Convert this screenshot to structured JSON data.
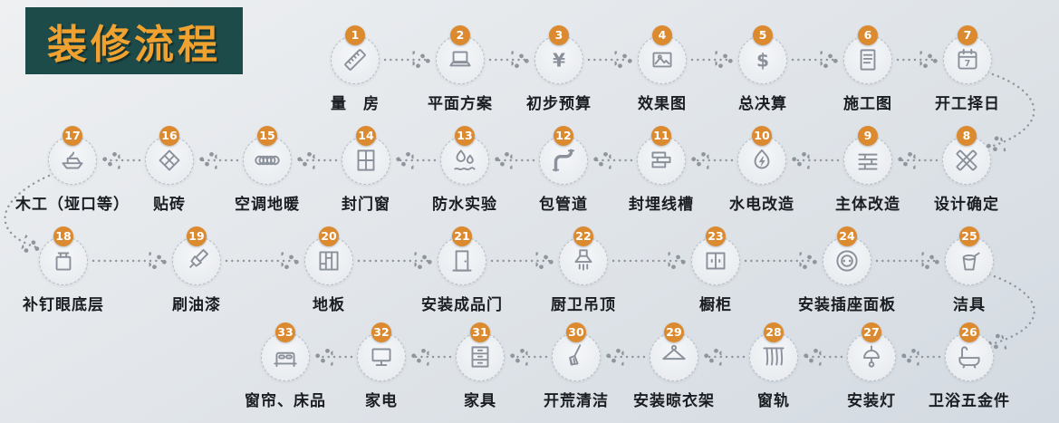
{
  "title": "装修流程",
  "colors": {
    "badge": "#dc8a30",
    "title_bg": "#1d4b49",
    "title_text": "#f0a231",
    "arrow": "#8f959d",
    "icon": "#8b919b",
    "label": "#1a1d21",
    "background": "#e2e6ea"
  },
  "steps": [
    {
      "num": "1",
      "label": "量　房",
      "icon": "ruler-icon"
    },
    {
      "num": "2",
      "label": "平面方案",
      "icon": "laptop-icon"
    },
    {
      "num": "3",
      "label": "初步预算",
      "icon": "yen-icon"
    },
    {
      "num": "4",
      "label": "效果图",
      "icon": "image-icon"
    },
    {
      "num": "5",
      "label": "总决算",
      "icon": "dollar-icon"
    },
    {
      "num": "6",
      "label": "施工图",
      "icon": "blueprint-icon"
    },
    {
      "num": "7",
      "label": "开工择日",
      "icon": "calendar-icon"
    },
    {
      "num": "8",
      "label": "设计确定",
      "icon": "design-tools-icon"
    },
    {
      "num": "9",
      "label": "主体改造",
      "icon": "wall-icon"
    },
    {
      "num": "10",
      "label": "水电改造",
      "icon": "water-electric-icon"
    },
    {
      "num": "11",
      "label": "封埋线槽",
      "icon": "wire-slot-icon"
    },
    {
      "num": "12",
      "label": "包管道",
      "icon": "pipe-icon"
    },
    {
      "num": "13",
      "label": "防水实验",
      "icon": "waterproof-icon"
    },
    {
      "num": "14",
      "label": "封门窗",
      "icon": "door-window-icon"
    },
    {
      "num": "15",
      "label": "空调地暖",
      "icon": "heating-coil-icon"
    },
    {
      "num": "16",
      "label": "贴砖",
      "icon": "tile-icon"
    },
    {
      "num": "17",
      "label": "木工（垭口等）",
      "icon": "wood-plane-icon"
    },
    {
      "num": "18",
      "label": "补钉眼底层",
      "icon": "putty-jug-icon"
    },
    {
      "num": "19",
      "label": "刷油漆",
      "icon": "paint-brush-icon"
    },
    {
      "num": "20",
      "label": "地板",
      "icon": "floor-icon"
    },
    {
      "num": "21",
      "label": "安装成品门",
      "icon": "door-icon"
    },
    {
      "num": "22",
      "label": "厨卫吊顶",
      "icon": "range-hood-icon"
    },
    {
      "num": "23",
      "label": "橱柜",
      "icon": "cabinet-icon"
    },
    {
      "num": "24",
      "label": "安装插座面板",
      "icon": "socket-icon"
    },
    {
      "num": "25",
      "label": "洁具",
      "icon": "sanitary-icon"
    },
    {
      "num": "26",
      "label": "卫浴五金件",
      "icon": "bathtub-icon"
    },
    {
      "num": "27",
      "label": "安装灯",
      "icon": "lamp-icon"
    },
    {
      "num": "28",
      "label": "窗轨",
      "icon": "curtain-rail-icon"
    },
    {
      "num": "29",
      "label": "安装晾衣架",
      "icon": "hanger-icon"
    },
    {
      "num": "30",
      "label": "开荒清洁",
      "icon": "cleaning-icon"
    },
    {
      "num": "31",
      "label": "家具",
      "icon": "furniture-icon"
    },
    {
      "num": "32",
      "label": "家电",
      "icon": "tv-icon"
    },
    {
      "num": "33",
      "label": "窗帘、床品",
      "icon": "bed-icon"
    }
  ]
}
